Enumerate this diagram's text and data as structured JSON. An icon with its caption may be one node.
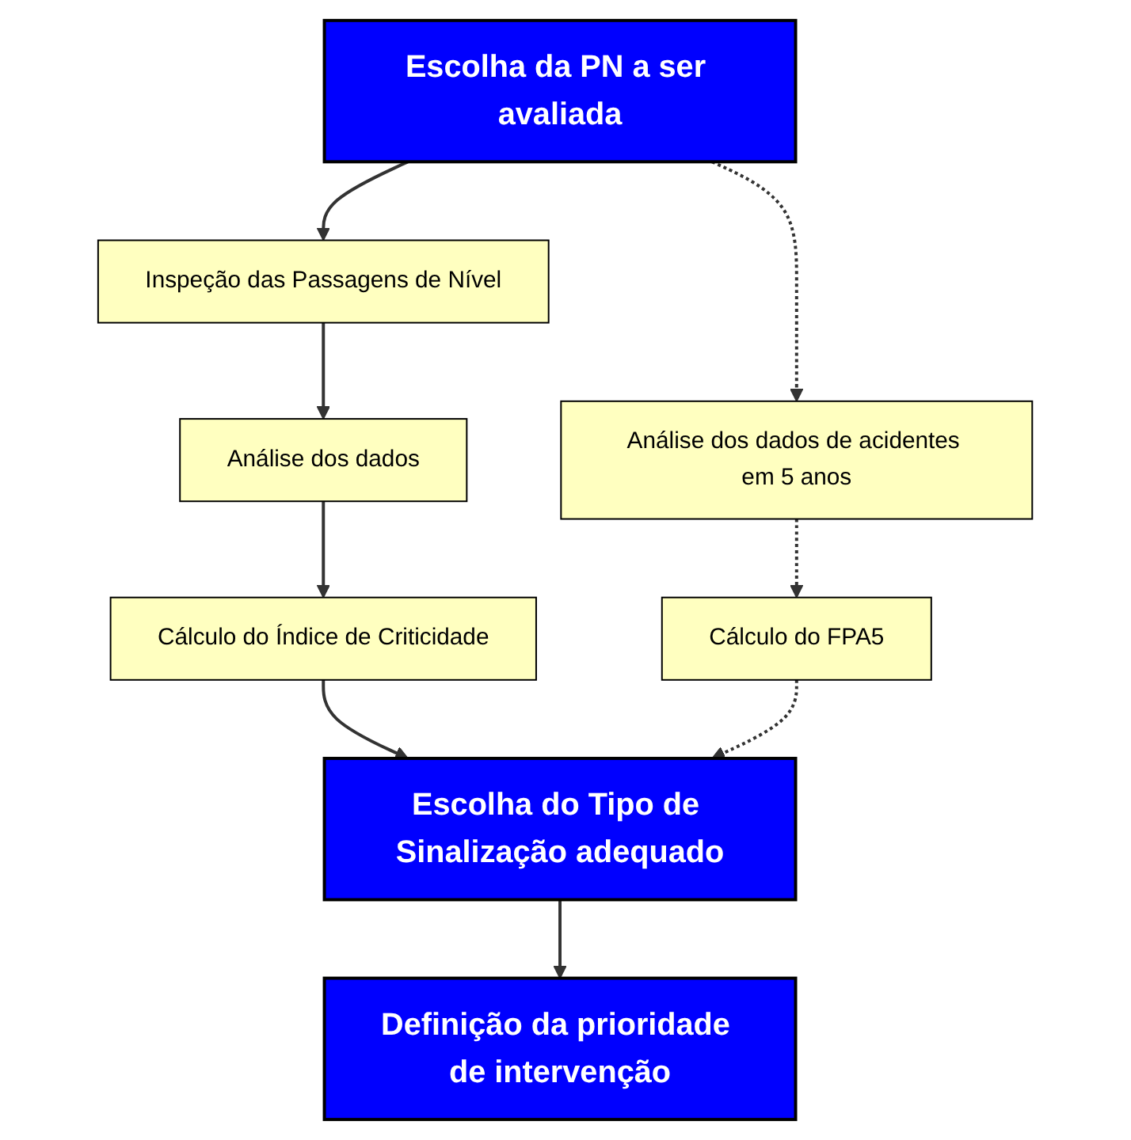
{
  "diagram": {
    "nodes": [
      {
        "text": [
          "Escolha da PN a ser avaliada"
        ]
      },
      {
        "text": [
          "Inspeção das Passagens de Nível"
        ]
      },
      {
        "text": [
          "Análise dos dados"
        ]
      },
      {
        "text": [
          "Cálculo do Índice de Criticidade"
        ]
      },
      {
        "text": [
          "Análise dos dados de acidentes em 5 anos"
        ]
      },
      {
        "text": [
          "Cálculo do FPA5"
        ]
      },
      {
        "text": [
          "Escolha do Tipo de Sinalização adequado"
        ]
      },
      {
        "text": [
          "Definição da prioridade de intervenção"
        ]
      }
    ],
    "edges": [
      {
        "from": 0,
        "to": 1,
        "arrow": "to"
      },
      {
        "from": 0,
        "to": 4,
        "arrow": "to",
        "style": "dashed"
      },
      {
        "from": 1,
        "to": 2,
        "arrow": "to"
      },
      {
        "from": 2,
        "to": 3,
        "arrow": "to"
      },
      {
        "from": 4,
        "to": 5,
        "arrow": "to",
        "style": "dashed"
      },
      {
        "from": 3,
        "to": 6,
        "arrow": "to"
      },
      {
        "from": 5,
        "to": 6,
        "arrow": "to",
        "style": "dashed"
      },
      {
        "from": 6,
        "to": 7,
        "arrow": "to"
      }
    ]
  }
}
